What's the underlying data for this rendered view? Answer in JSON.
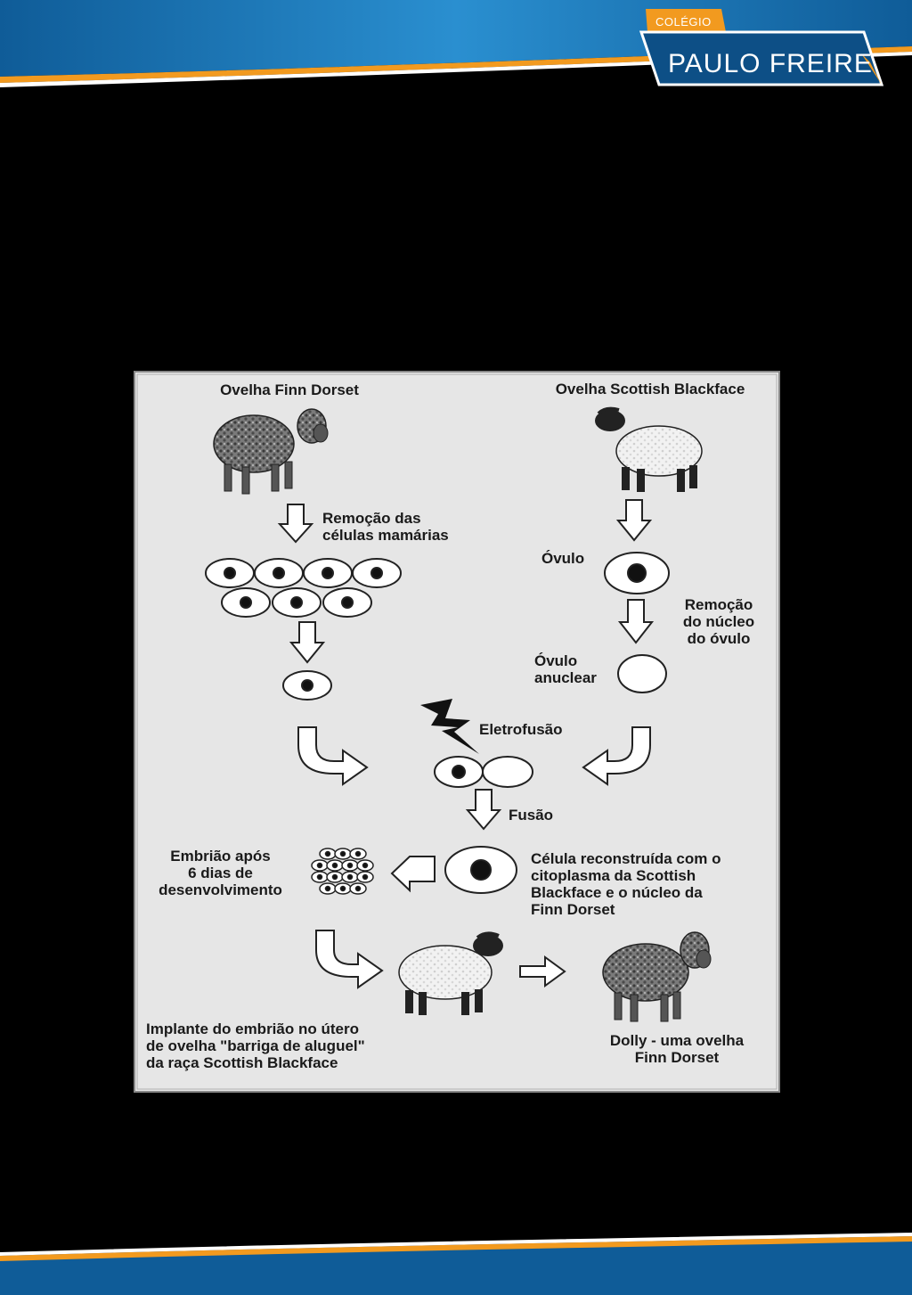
{
  "header": {
    "logo_small": "COLÉGIO",
    "logo_big": "PAULO FREIRE",
    "colors": {
      "blue": "#1e7fc0",
      "dark_blue": "#0d4f86",
      "orange": "#f29a1f",
      "background": "#000000"
    }
  },
  "diagram": {
    "sheep_finn_title": "Ovelha Finn Dorset",
    "sheep_scottish_title": "Ovelha Scottish Blackface",
    "removal_mammary_1": "Remoção das",
    "removal_mammary_2": "células mamárias",
    "ovulo": "Óvulo",
    "removal_nucleus_1": "Remoção",
    "removal_nucleus_2": "do núcleo",
    "removal_nucleus_3": "do óvulo",
    "ovulo_anuclear_1": "Óvulo",
    "ovulo_anuclear_2": "anuclear",
    "eletrofusao": "Eletrofusão",
    "fusao": "Fusão",
    "embryo_1": "Embrião após",
    "embryo_2": "6 dias de",
    "embryo_3": "desenvolvimento",
    "reconstructed_1": "Célula reconstruída com o",
    "reconstructed_2": "citoplasma da Scottish",
    "reconstructed_3": "Blackface e o núcleo da",
    "reconstructed_4": "Finn Dorset",
    "implant_1": "Implante do embrião no útero",
    "implant_2": "de ovelha \"barriga de aluguel\"",
    "implant_3": "da raça Scottish Blackface",
    "dolly_1": "Dolly - uma ovelha",
    "dolly_2": "Finn Dorset"
  }
}
